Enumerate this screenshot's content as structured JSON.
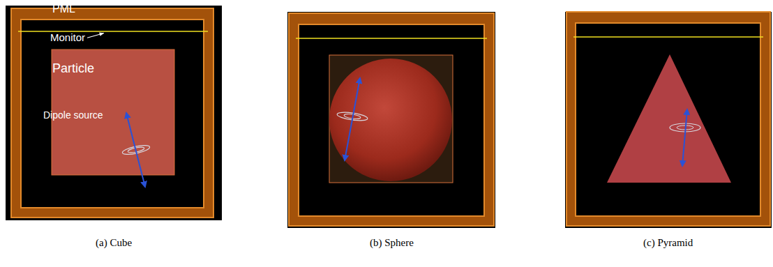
{
  "diagram": {
    "labels": [
      "PML",
      "Monitor",
      "Particle",
      "Dipole source",
      "(a) Cube",
      "(b) Sphere",
      "(c) Pyramid"
    ]
  }
}
